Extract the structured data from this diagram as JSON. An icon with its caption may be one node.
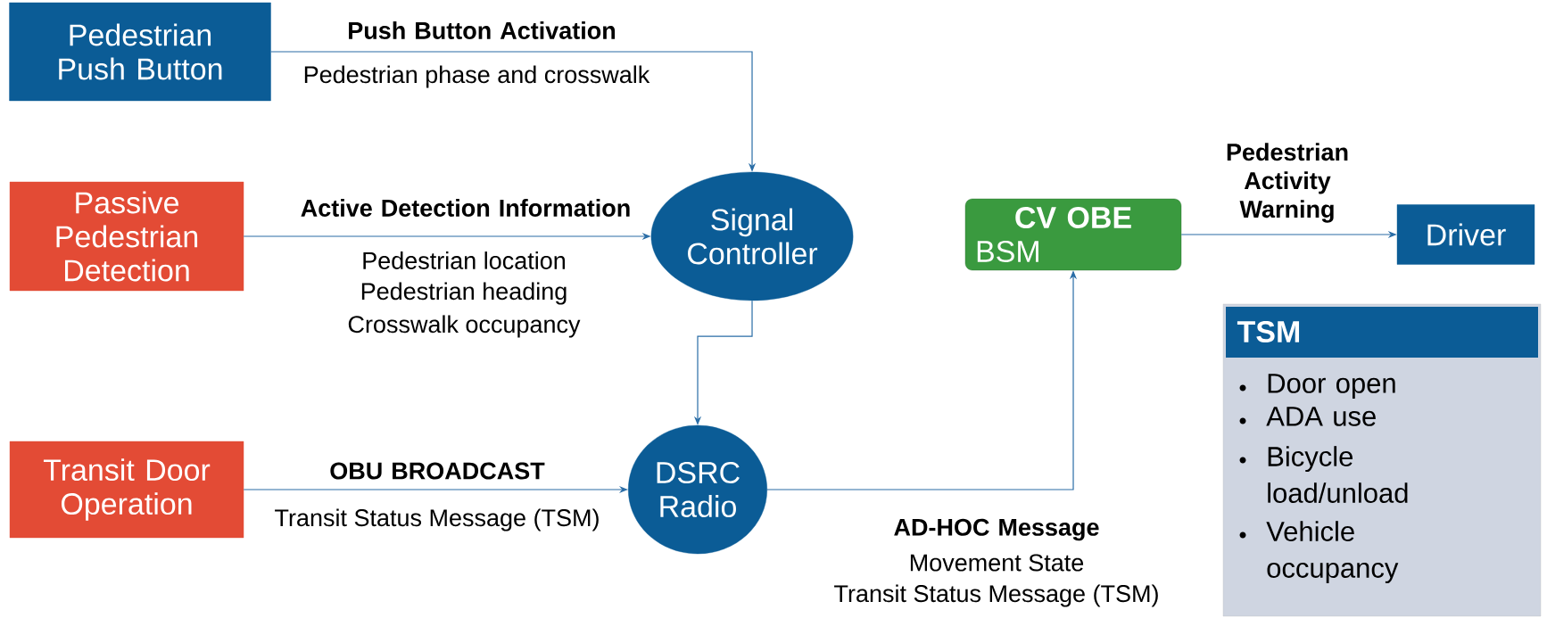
{
  "diagram": {
    "nodes": [
      {
        "text": [
          "Pedestrian Push Button"
        ]
      },
      {
        "text": [
          "Passive Pedestrian Detection"
        ]
      },
      {
        "text": [
          "Transit Door Operation"
        ]
      },
      {
        "text": [
          "Signal Controller"
        ]
      },
      {
        "text": [
          "DSRC Radio"
        ]
      },
      {
        "text": [
          "CV OBE",
          "BSM"
        ]
      },
      {
        "text": [
          "Driver"
        ]
      },
      {
        "text": [
          "TSM",
          "Door open",
          "ADA use",
          "Bicycle load/unload",
          "Vehicle occupancy"
        ]
      }
    ],
    "edges": [
      {
        "from": 0,
        "to": 3,
        "arrow": "to",
        "label": "Push Button Activation"
      },
      {
        "from": 1,
        "to": 3,
        "arrow": "to",
        "label": "Active Detection Information"
      },
      {
        "from": 3,
        "to": 4,
        "arrow": "to"
      },
      {
        "from": 2,
        "to": 4,
        "arrow": "to",
        "label": "OBU BROADCAST"
      },
      {
        "from": 4,
        "to": 5,
        "arrow": "to",
        "label": "AD-HOC Message"
      },
      {
        "from": 5,
        "to": 6,
        "arrow": "to",
        "label": "Pedestrian Activity Warning"
      }
    ],
    "labels": [
      "Pedestrian phase and crosswalk",
      "Pedestrian location",
      "Pedestrian heading",
      "Crosswalk occupancy",
      "Transit Status Message (TSM)",
      "Movement State",
      "Transit Status Message (TSM)"
    ]
  }
}
